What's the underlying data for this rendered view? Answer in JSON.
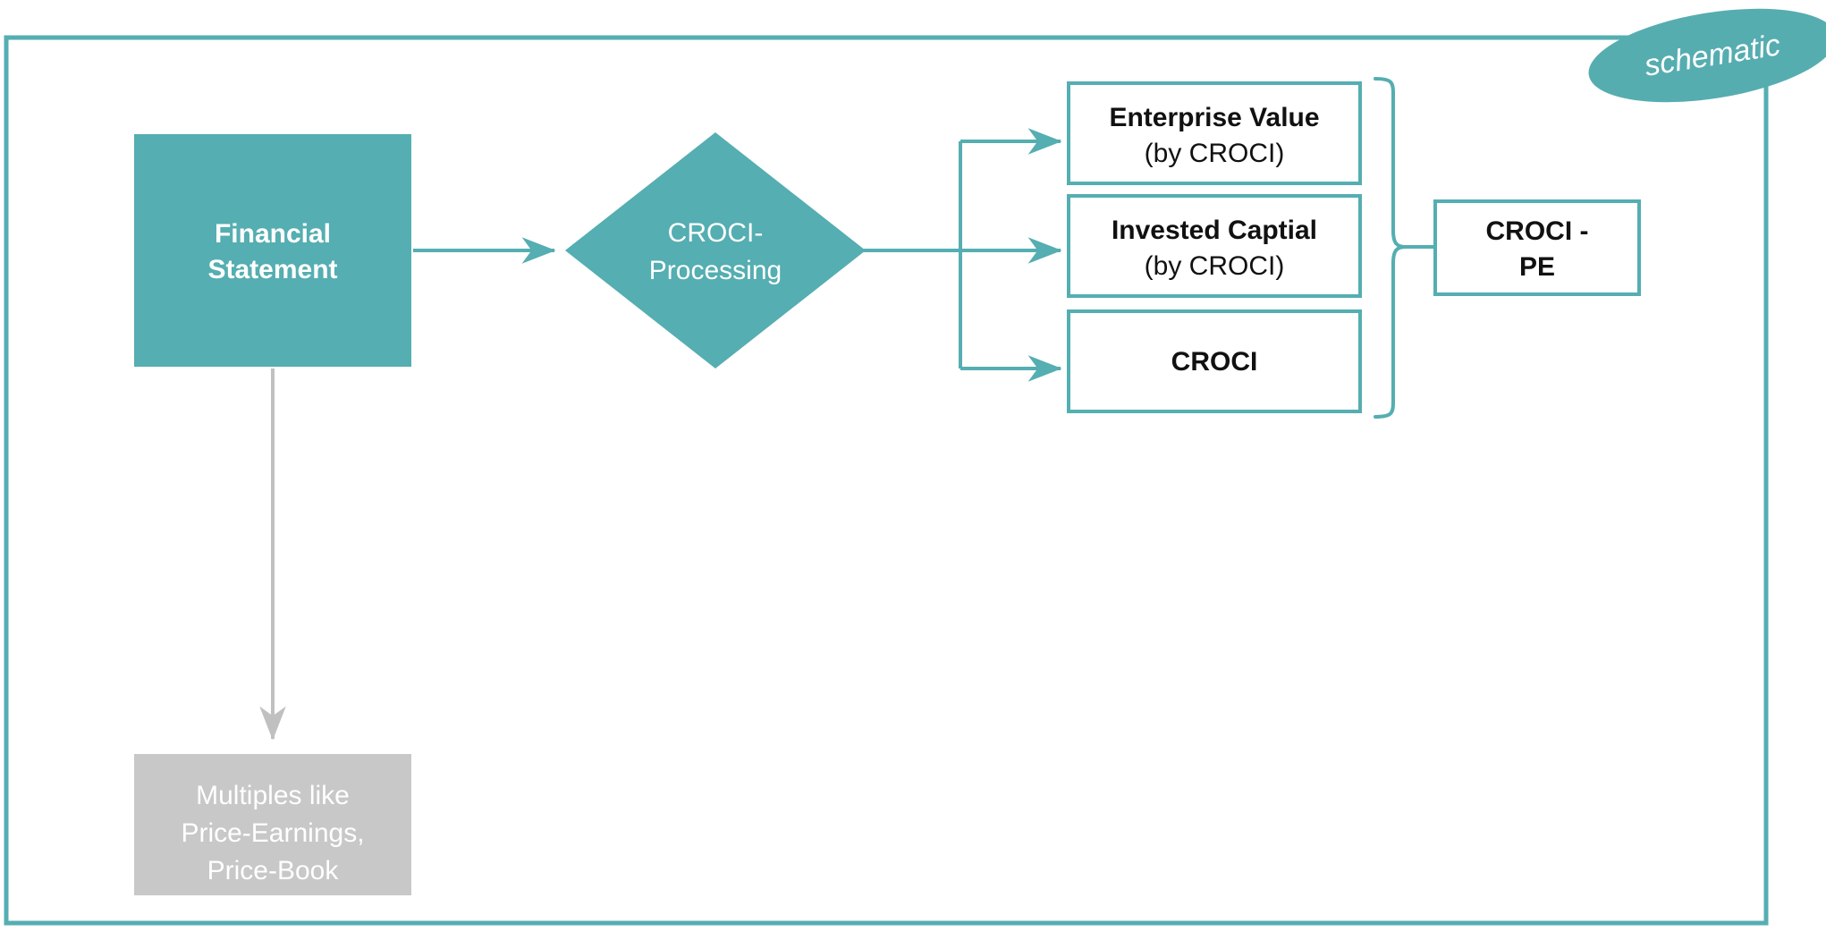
{
  "figure": {
    "type": "flowchart",
    "badge_label": "schematic",
    "colors": {
      "teal": "#55aeb1",
      "teal_fill": "#55aeb1",
      "gray": "#c8c8c8",
      "white": "#ffffff",
      "black": "#111111"
    }
  },
  "nodes": {
    "financial_statement": {
      "lines": [
        "Financial",
        "Statement"
      ],
      "shape": "rectangle",
      "fill": "teal",
      "text_color": "white"
    },
    "croci_processing": {
      "lines": [
        "CROCI-",
        "Processing"
      ],
      "shape": "diamond",
      "fill": "teal",
      "text_color": "white"
    },
    "enterprise_value": {
      "line1": "Enterprise Value",
      "line2": "(by CROCI)",
      "shape": "rectangle",
      "fill": "white",
      "text_color": "black"
    },
    "invested_capital": {
      "line1": "Invested Captial",
      "line2": "(by CROCI)",
      "shape": "rectangle",
      "fill": "white",
      "text_color": "black"
    },
    "croci": {
      "line1": "CROCI",
      "shape": "rectangle",
      "fill": "white",
      "text_color": "black"
    },
    "croci_pe": {
      "line1": "CROCI -",
      "line2": "PE",
      "shape": "rectangle",
      "fill": "white",
      "text_color": "black"
    },
    "multiples": {
      "lines": [
        "Multiples like",
        "Price-Earnings,",
        "Price-Book"
      ],
      "shape": "rectangle",
      "fill": "gray",
      "text_color": "white"
    }
  },
  "connectors": [
    {
      "name": "financial-statement-to-croci-processing",
      "from": "financial_statement",
      "to": "croci_processing",
      "style": "teal-arrow"
    },
    {
      "name": "croci-processing-to-enterprise-value",
      "from": "croci_processing",
      "to": "enterprise_value",
      "style": "teal-arrow"
    },
    {
      "name": "croci-processing-to-invested-capital",
      "from": "croci_processing",
      "to": "invested_capital",
      "style": "teal-arrow"
    },
    {
      "name": "croci-processing-to-croci",
      "from": "croci_processing",
      "to": "croci",
      "style": "teal-arrow"
    },
    {
      "name": "outputs-brace-to-croci-pe",
      "from": "outputs_group",
      "to": "croci_pe",
      "style": "teal-brace"
    },
    {
      "name": "financial-statement-to-multiples",
      "from": "financial_statement",
      "to": "multiples",
      "style": "gray-arrow"
    }
  ]
}
